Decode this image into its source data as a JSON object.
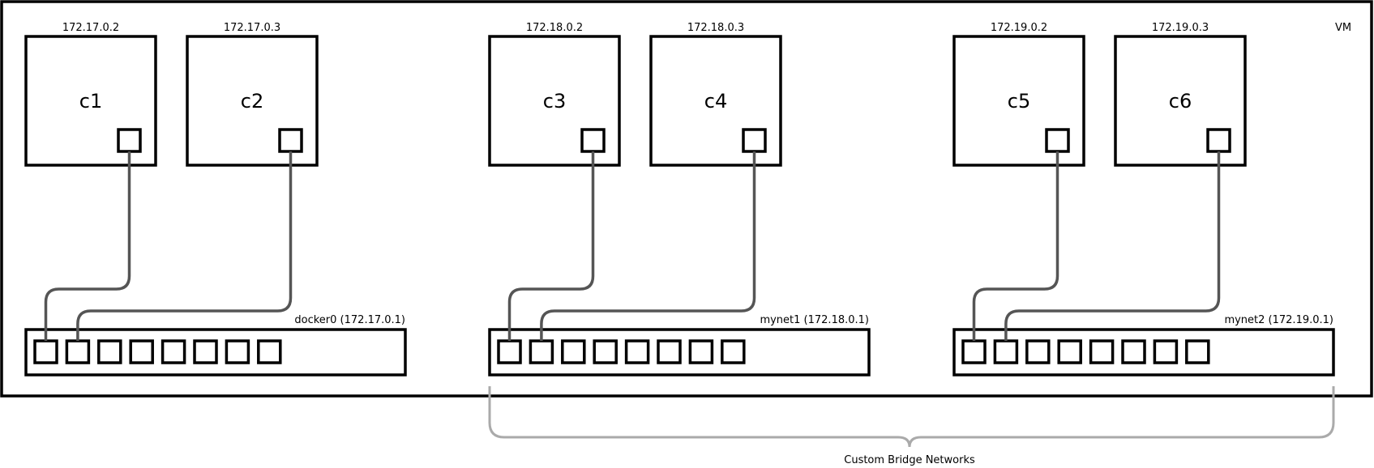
{
  "vm_label": "VM",
  "networks": [
    {
      "name": "docker0 (172.17.0.1)",
      "containers": [
        {
          "name": "c1",
          "ip": "172.17.0.2"
        },
        {
          "name": "c2",
          "ip": "172.17.0.3"
        }
      ],
      "port_count": 8
    },
    {
      "name": "mynet1 (172.18.0.1)",
      "containers": [
        {
          "name": "c3",
          "ip": "172.18.0.2"
        },
        {
          "name": "c4",
          "ip": "172.18.0.3"
        }
      ],
      "port_count": 8
    },
    {
      "name": "mynet2 (172.19.0.1)",
      "containers": [
        {
          "name": "c5",
          "ip": "172.19.0.2"
        },
        {
          "name": "c6",
          "ip": "172.19.0.3"
        }
      ],
      "port_count": 8
    }
  ],
  "brace_label": "Custom Bridge Networks"
}
